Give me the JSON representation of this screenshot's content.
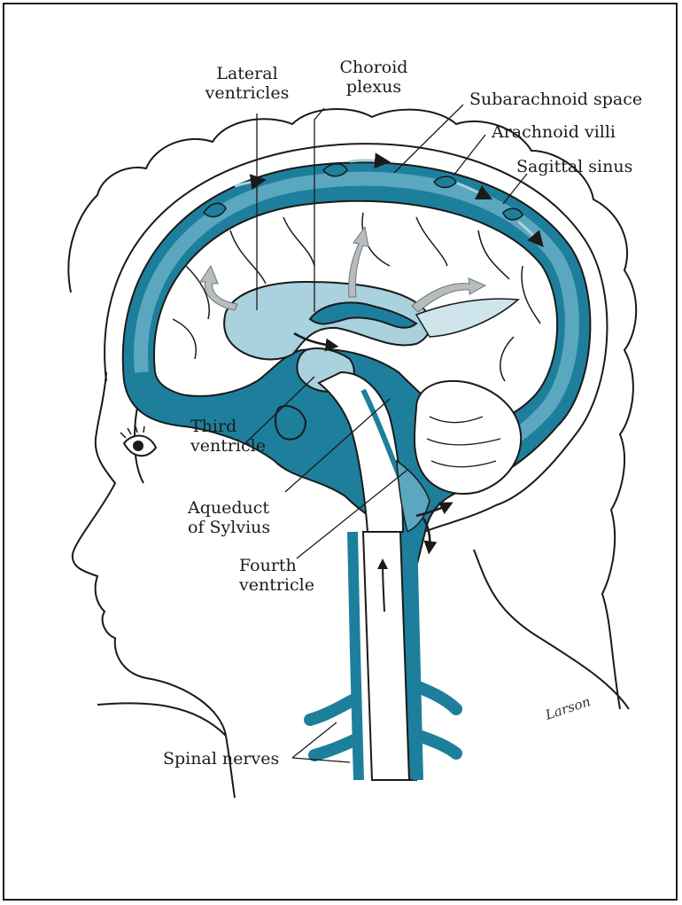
{
  "labels": {
    "lateral_ventricles": [
      "Lateral",
      "ventricles"
    ],
    "choroid_plexus": [
      "Choroid",
      "plexus"
    ],
    "subarachnoid_space": "Subarachnoid space",
    "arachnoid_villi": "Arachnoid villi",
    "sagittal_sinus": "Sagittal sinus",
    "third_ventricle": [
      "Third",
      "ventricle"
    ],
    "aqueduct_of_sylvius": [
      "Aqueduct",
      "of Sylvius"
    ],
    "fourth_ventricle": [
      "Fourth",
      "ventricle"
    ],
    "spinal_nerves": "Spinal nerves"
  },
  "signature": "Larson",
  "colors": {
    "csf_dark": "#1d7f9c",
    "csf_mid": "#5aa7bf",
    "csf_light": "#a9d1de",
    "outline": "#1a1a1a",
    "arrow_gray": "#b7bcbf",
    "arrow_dark": "#1a1a1a"
  }
}
